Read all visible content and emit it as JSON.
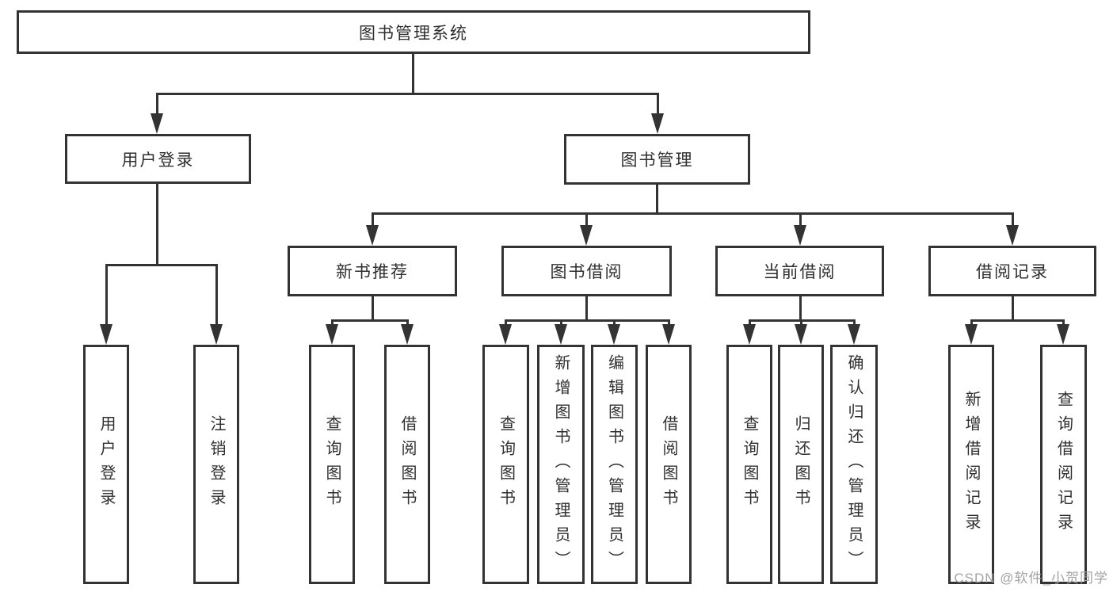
{
  "d": {
    "root_label": "图书管理系统",
    "l2": [
      {
        "label": "用户登录",
        "children": [
          {
            "label": "用户登录"
          },
          {
            "label": "注销登录"
          }
        ]
      },
      {
        "label": "图书管理"
      }
    ],
    "l3": [
      {
        "label": "新书推荐",
        "children": [
          {
            "label": "查询图书"
          },
          {
            "label": "借阅图书"
          }
        ]
      },
      {
        "label": "图书借阅",
        "children": [
          {
            "label": "查询图书"
          },
          {
            "label": "新增图书（管理员）"
          },
          {
            "label": "编辑图书（管理员）"
          },
          {
            "label": "借阅图书"
          }
        ]
      },
      {
        "label": "当前借阅",
        "children": [
          {
            "label": "查询图书"
          },
          {
            "label": "归还图书"
          },
          {
            "label": "确认归还（管理员）"
          }
        ]
      },
      {
        "label": "借阅记录",
        "children": [
          {
            "label": "新增借阅记录"
          },
          {
            "label": "查询借阅记录"
          }
        ]
      }
    ],
    "watermark": "CSDN @软件_小贺同学",
    "colors": {
      "line": "#333333",
      "text": "#2f2f2f",
      "watermark": "#a3a3a3",
      "background": "#ffffff"
    }
  }
}
